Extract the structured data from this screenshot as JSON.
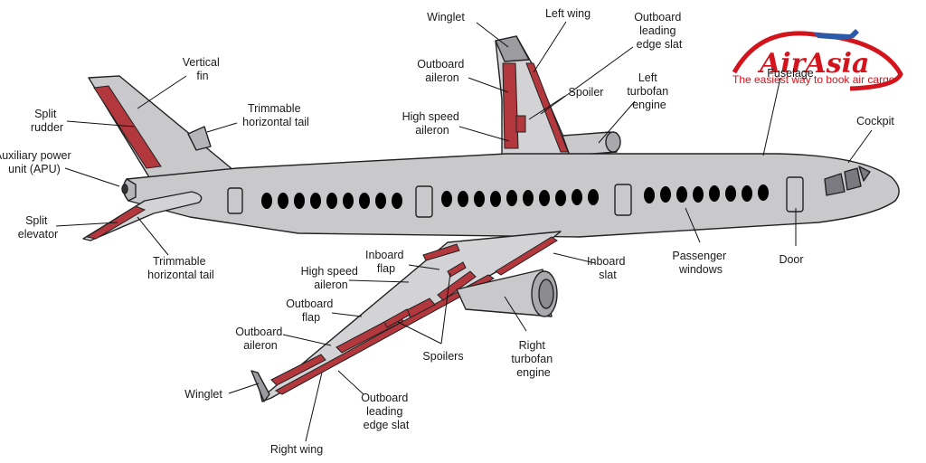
{
  "brand": {
    "logo_text": "AirAsia",
    "tagline": "The easiest way to book air cargo",
    "color": "#d4141c"
  },
  "labels": {
    "winglet_top": "Winglet",
    "left_wing": "Left wing",
    "outboard_leading_edge_slat_top": [
      "Outboard",
      "leading",
      "edge slat"
    ],
    "outboard_aileron_top": [
      "Outboard",
      "aileron"
    ],
    "spoiler": "Spoiler",
    "left_turbofan_engine": [
      "Left",
      "turbofan",
      "engine"
    ],
    "high_speed_aileron_top": [
      "High speed",
      "aileron"
    ],
    "vertical_fin": [
      "Vertical",
      "fin"
    ],
    "split_rudder": [
      "Split",
      "rudder"
    ],
    "trimmable_horizontal_tail_top": [
      "Trimmable",
      "horizontal tail"
    ],
    "apu": [
      "Auxiliary power",
      "unit (APU)"
    ],
    "split_elevator": [
      "Split",
      "elevator"
    ],
    "trimmable_horizontal_tail_bottom": [
      "Trimmable",
      "horizontal tail"
    ],
    "fuselage": "Fuselage",
    "cockpit": "Cockpit",
    "passenger_windows": [
      "Passenger",
      "windows"
    ],
    "door": "Door",
    "inboard_slat": [
      "Inboard",
      "slat"
    ],
    "inboard_flap": [
      "Inboard",
      "flap"
    ],
    "high_speed_aileron_bottom": [
      "High speed",
      "aileron"
    ],
    "outboard_flap": [
      "Outboard",
      "flap"
    ],
    "outboard_aileron_bottom": [
      "Outboard",
      "aileron"
    ],
    "spoilers": "Spoilers",
    "right_turbofan_engine": [
      "Right",
      "turbofan",
      "engine"
    ],
    "winglet_bottom": "Winglet",
    "outboard_leading_edge_slat_bottom": [
      "Outboard",
      "leading",
      "edge slat"
    ],
    "right_wing": "Right wing"
  },
  "colors": {
    "control_surface": "#b2383d",
    "airframe": "#c9c9cc",
    "outline": "#222222"
  }
}
